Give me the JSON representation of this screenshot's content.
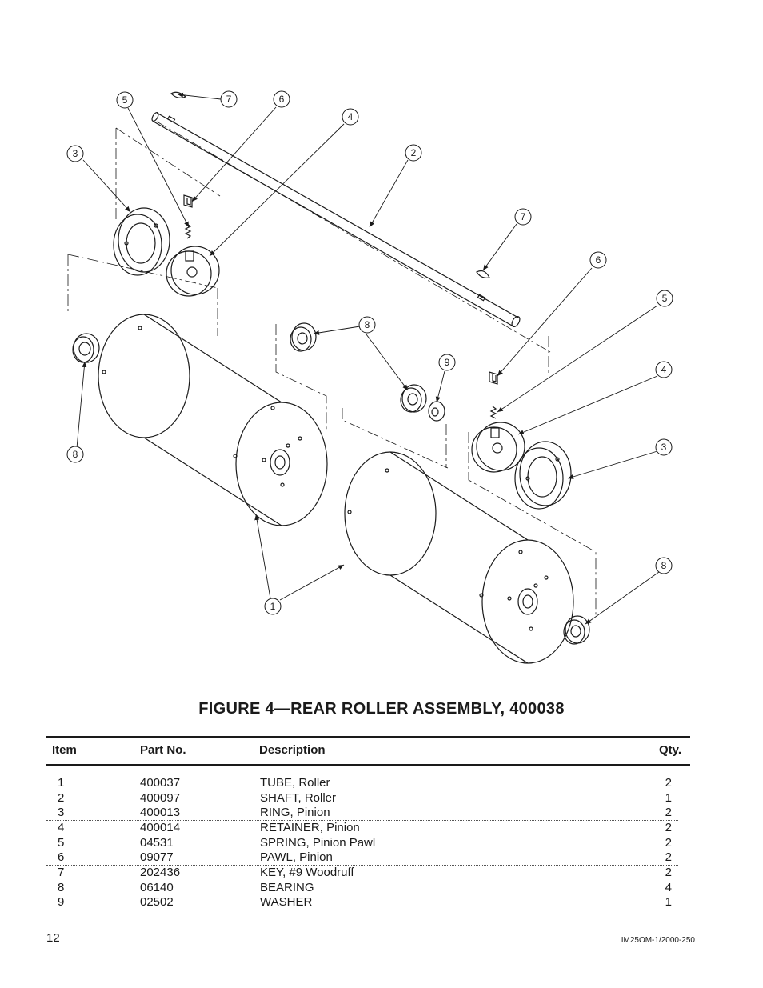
{
  "figure": {
    "title": "FIGURE 4—REAR ROLLER ASSEMBLY, 400038",
    "callouts": [
      {
        "label": "5"
      },
      {
        "label": "7"
      },
      {
        "label": "6"
      },
      {
        "label": "4"
      },
      {
        "label": "3"
      },
      {
        "label": "2"
      },
      {
        "label": "7"
      },
      {
        "label": "6"
      },
      {
        "label": "5"
      },
      {
        "label": "8"
      },
      {
        "label": "9"
      },
      {
        "label": "4"
      },
      {
        "label": "3"
      },
      {
        "label": "8"
      },
      {
        "label": "8"
      },
      {
        "label": "1"
      }
    ]
  },
  "table": {
    "headers": {
      "item": "Item",
      "part": "Part No.",
      "desc": "Description",
      "qty": "Qty."
    },
    "rows": [
      {
        "item": "1",
        "part": "400037",
        "desc": "TUBE, Roller",
        "qty": "2"
      },
      {
        "item": "2",
        "part": "400097",
        "desc": "SHAFT, Roller",
        "qty": "1"
      },
      {
        "item": "3",
        "part": "400013",
        "desc": "RING, Pinion",
        "qty": "2"
      },
      {
        "item": "4",
        "part": "400014",
        "desc": "RETAINER, Pinion",
        "qty": "2"
      },
      {
        "item": "5",
        "part": "04531",
        "desc": "SPRING, Pinion Pawl",
        "qty": "2"
      },
      {
        "item": "6",
        "part": "09077",
        "desc": "PAWL, Pinion",
        "qty": "2"
      },
      {
        "item": "7",
        "part": "202436",
        "desc": "KEY, #9 Woodruff",
        "qty": "2"
      },
      {
        "item": "8",
        "part": "06140",
        "desc": "BEARING",
        "qty": "4"
      },
      {
        "item": "9",
        "part": "02502",
        "desc": "WASHER",
        "qty": "1"
      }
    ]
  },
  "footer": {
    "page_number": "12",
    "doc_code": "IM25OM-1/2000-250"
  }
}
